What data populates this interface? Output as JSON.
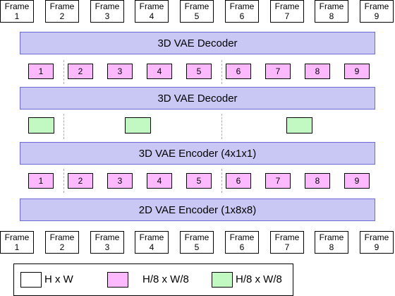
{
  "top_frames": [
    {
      "word": "Frame",
      "num": "1"
    },
    {
      "word": "Frame",
      "num": "2"
    },
    {
      "word": "Frame",
      "num": "3"
    },
    {
      "word": "Frame",
      "num": "4"
    },
    {
      "word": "Frame",
      "num": "5"
    },
    {
      "word": "Frame",
      "num": "6"
    },
    {
      "word": "Frame",
      "num": "7"
    },
    {
      "word": "Frame",
      "num": "8"
    },
    {
      "word": "Frame",
      "num": "9"
    }
  ],
  "bottom_frames": [
    {
      "word": "Frame",
      "num": "1"
    },
    {
      "word": "Frame",
      "num": "2"
    },
    {
      "word": "Frame",
      "num": "3"
    },
    {
      "word": "Frame",
      "num": "4"
    },
    {
      "word": "Frame",
      "num": "5"
    },
    {
      "word": "Frame",
      "num": "6"
    },
    {
      "word": "Frame",
      "num": "7"
    },
    {
      "word": "Frame",
      "num": "8"
    },
    {
      "word": "Frame",
      "num": "9"
    }
  ],
  "bars": {
    "decoder_top": "3D VAE Decoder",
    "decoder_mid": "3D VAE Decoder",
    "encoder_3d": "3D VAE Encoder (4x1x1)",
    "encoder_2d": "2D VAE Encoder (1x8x8)"
  },
  "latents_upper": [
    "1",
    "2",
    "3",
    "4",
    "5",
    "6",
    "7",
    "8",
    "9"
  ],
  "latents_lower": [
    "1",
    "2",
    "3",
    "4",
    "5",
    "6",
    "7",
    "8",
    "9"
  ],
  "legend": {
    "white_label": "H x W",
    "pink_label": "H/8 x W/8",
    "green_label": "H/8 x W/8"
  },
  "colors": {
    "bar_fill": "#c9c8f4",
    "bar_border": "#6b6bd6",
    "pink": "#fdb9ff",
    "green": "#c2f8c2"
  }
}
